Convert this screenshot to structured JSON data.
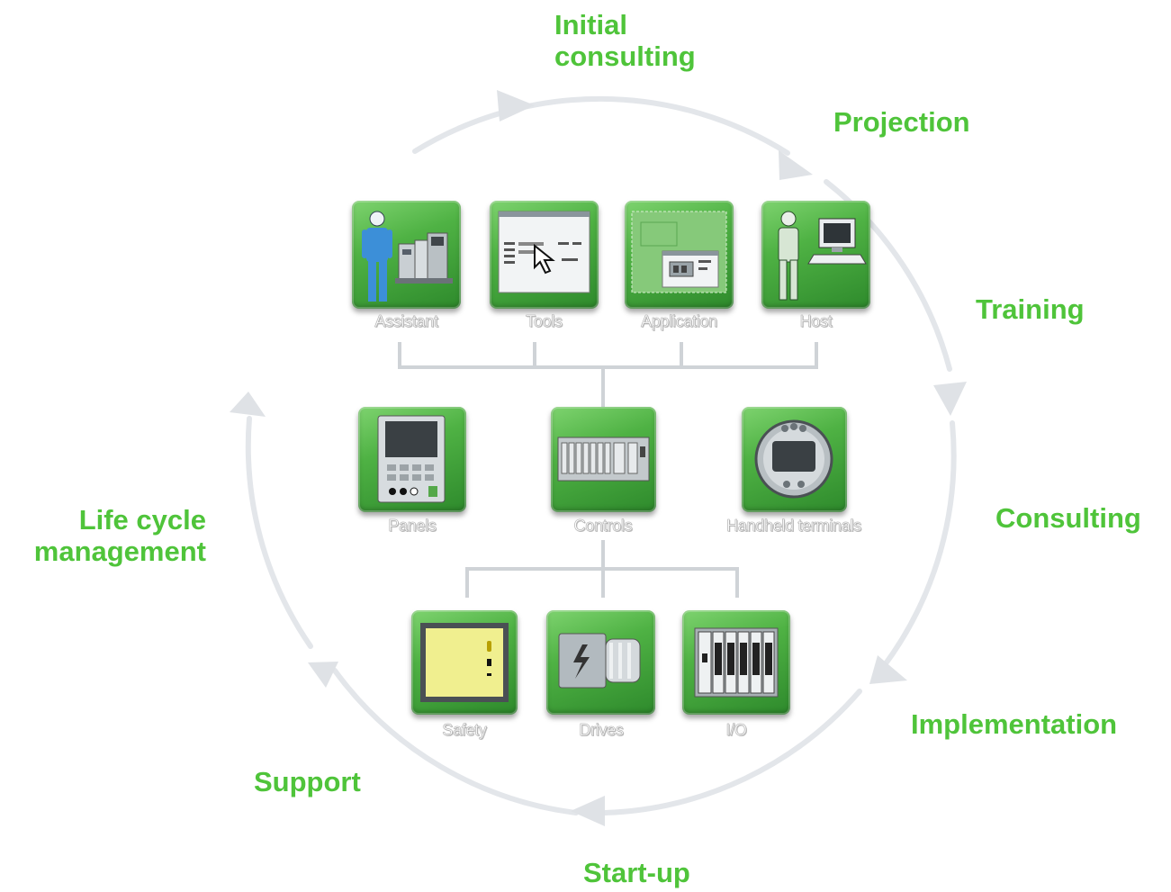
{
  "colors": {
    "label_green": "#4fc43a",
    "tile_green": "#4fb244",
    "cycle_gray": "#e3e6ea",
    "connector_gray": "#cfd3d7"
  },
  "cycle_stages": {
    "initial_consulting": "Initial\nconsulting",
    "projection": "Projection",
    "training": "Training",
    "consulting": "Consulting",
    "implementation": "Implementation",
    "start_up": "Start-up",
    "support": "Support",
    "life_cycle_management": "Life cycle\nmanagement"
  },
  "tiles": {
    "assistant": {
      "label": "Assistant",
      "icon": "person-machine-icon"
    },
    "tools": {
      "label": "Tools",
      "icon": "software-window-cursor-icon"
    },
    "application": {
      "label": "Application",
      "icon": "application-window-icon"
    },
    "host": {
      "label": "Host",
      "icon": "person-computer-icon"
    },
    "panels": {
      "label": "Panels",
      "icon": "operator-panel-icon"
    },
    "controls": {
      "label": "Controls",
      "icon": "controller-rack-icon"
    },
    "handheld_terminals": {
      "label": "Handheld terminals",
      "icon": "handheld-terminal-icon"
    },
    "safety": {
      "label": "Safety",
      "icon": "safety-module-icon"
    },
    "drives": {
      "label": "Drives",
      "icon": "servo-motor-icon"
    },
    "io": {
      "label": "I/O",
      "icon": "io-modules-icon"
    }
  }
}
